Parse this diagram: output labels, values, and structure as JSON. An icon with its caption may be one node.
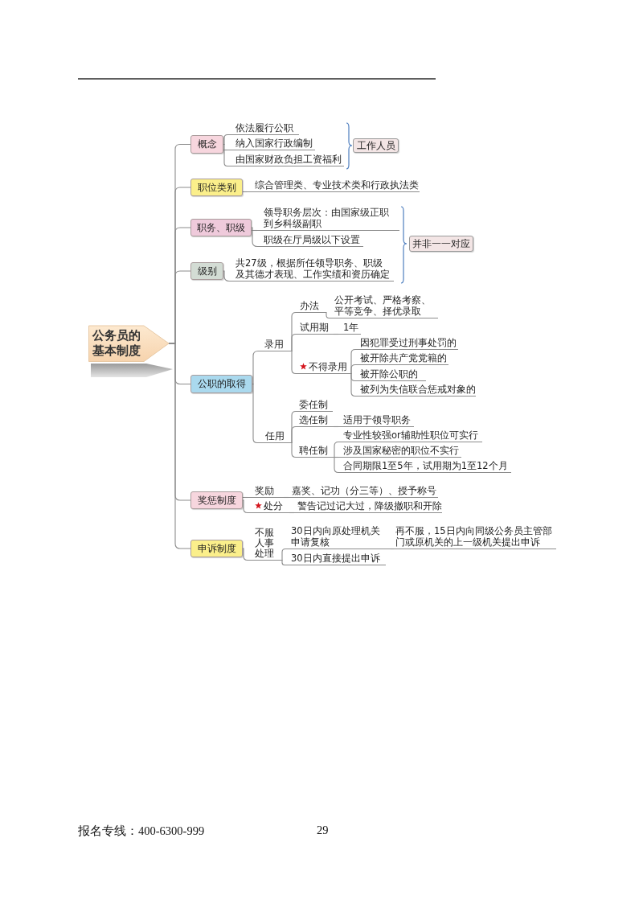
{
  "diagram": {
    "nodes": [
      {
        "text": [
          "公务员的基本制度"
        ]
      },
      {
        "text": [
          "概念"
        ]
      },
      {
        "text": [
          "依法履行公职"
        ]
      },
      {
        "text": [
          "纳入国家行政编制"
        ]
      },
      {
        "text": [
          "由国家财政负担工资福利"
        ]
      },
      {
        "text": [
          "工作人员"
        ]
      },
      {
        "text": [
          "职位类别"
        ]
      },
      {
        "text": [
          "综合管理类、专业技术类和行政执法类"
        ]
      },
      {
        "text": [
          "职务、职级"
        ]
      },
      {
        "text": [
          "领导职务层次：由国家级正职到乡科级副职"
        ]
      },
      {
        "text": [
          "职级在厅局级以下设置"
        ]
      },
      {
        "text": [
          "并非一一对应"
        ]
      },
      {
        "text": [
          "级别"
        ]
      },
      {
        "text": [
          "共27级，根据所任领导职务、职级及其德才表现、工作实绩和资历确定"
        ]
      },
      {
        "text": [
          "公职的取得"
        ]
      },
      {
        "text": [
          "录用"
        ]
      },
      {
        "text": [
          "办法"
        ]
      },
      {
        "text": [
          "公开考试、严格考察、平等竞争、择优录取"
        ]
      },
      {
        "text": [
          "试用期"
        ]
      },
      {
        "text": [
          "1年"
        ]
      },
      {
        "text": [
          "不得录用"
        ]
      },
      {
        "text": [
          "因犯罪受过刑事处罚的"
        ]
      },
      {
        "text": [
          "被开除共产党党籍的"
        ]
      },
      {
        "text": [
          "被开除公职的"
        ]
      },
      {
        "text": [
          "被列为失信联合惩戒对象的"
        ]
      },
      {
        "text": [
          "任用"
        ]
      },
      {
        "text": [
          "委任制"
        ]
      },
      {
        "text": [
          "选任制"
        ]
      },
      {
        "text": [
          "适用于领导职务"
        ]
      },
      {
        "text": [
          "聘任制"
        ]
      },
      {
        "text": [
          "专业性较强or辅助性职位可实行"
        ]
      },
      {
        "text": [
          "涉及国家秘密的职位不实行"
        ]
      },
      {
        "text": [
          "合同期限1至5年，试用期为1至12个月"
        ]
      },
      {
        "text": [
          "奖惩制度"
        ]
      },
      {
        "text": [
          "奖励"
        ]
      },
      {
        "text": [
          "嘉奖、记功（分三等）、授予称号"
        ]
      },
      {
        "text": [
          "处分"
        ]
      },
      {
        "text": [
          "警告记过记大过，降级撤职和开除"
        ]
      },
      {
        "text": [
          "申诉制度"
        ]
      },
      {
        "text": [
          "不服人事处理"
        ]
      },
      {
        "text": [
          "30日内向原处理机关申请复核"
        ]
      },
      {
        "text": [
          "再不服，15日内向同级公务员主管部门或原机关的上一级机关提出申诉"
        ]
      },
      {
        "text": [
          "30日内直接提出申诉"
        ]
      }
    ],
    "edges": [
      {
        "from": 0,
        "to": 1,
        "arrow": "none"
      },
      {
        "from": 0,
        "to": 6,
        "arrow": "none"
      },
      {
        "from": 0,
        "to": 8,
        "arrow": "none"
      },
      {
        "from": 0,
        "to": 12,
        "arrow": "none"
      },
      {
        "from": 0,
        "to": 14,
        "arrow": "none"
      },
      {
        "from": 0,
        "to": 33,
        "arrow": "none"
      },
      {
        "from": 0,
        "to": 38,
        "arrow": "none"
      },
      {
        "from": 1,
        "to": 2,
        "arrow": "none"
      },
      {
        "from": 1,
        "to": 3,
        "arrow": "none"
      },
      {
        "from": 1,
        "to": 4,
        "arrow": "none"
      },
      {
        "from": 6,
        "to": 7,
        "arrow": "none"
      },
      {
        "from": 8,
        "to": 9,
        "arrow": "none"
      },
      {
        "from": 8,
        "to": 10,
        "arrow": "none"
      },
      {
        "from": 12,
        "to": 13,
        "arrow": "none"
      },
      {
        "from": 14,
        "to": 15,
        "arrow": "none"
      },
      {
        "from": 14,
        "to": 25,
        "arrow": "none"
      },
      {
        "from": 15,
        "to": 16,
        "arrow": "none"
      },
      {
        "from": 15,
        "to": 18,
        "arrow": "none"
      },
      {
        "from": 15,
        "to": 20,
        "arrow": "none"
      },
      {
        "from": 16,
        "to": 17,
        "arrow": "none"
      },
      {
        "from": 18,
        "to": 19,
        "arrow": "none"
      },
      {
        "from": 20,
        "to": 21,
        "arrow": "none"
      },
      {
        "from": 20,
        "to": 22,
        "arrow": "none"
      },
      {
        "from": 20,
        "to": 23,
        "arrow": "none"
      },
      {
        "from": 20,
        "to": 24,
        "arrow": "none"
      },
      {
        "from": 25,
        "to": 26,
        "arrow": "none"
      },
      {
        "from": 25,
        "to": 27,
        "arrow": "none"
      },
      {
        "from": 25,
        "to": 29,
        "arrow": "none"
      },
      {
        "from": 27,
        "to": 28,
        "arrow": "none"
      },
      {
        "from": 29,
        "to": 30,
        "arrow": "none"
      },
      {
        "from": 29,
        "to": 31,
        "arrow": "none"
      },
      {
        "from": 29,
        "to": 32,
        "arrow": "none"
      },
      {
        "from": 33,
        "to": 34,
        "arrow": "none"
      },
      {
        "from": 33,
        "to": 36,
        "arrow": "none"
      },
      {
        "from": 34,
        "to": 35,
        "arrow": "none"
      },
      {
        "from": 36,
        "to": 37,
        "arrow": "none"
      },
      {
        "from": 38,
        "to": 39,
        "arrow": "none"
      },
      {
        "from": 39,
        "to": 40,
        "arrow": "none"
      },
      {
        "from": 39,
        "to": 42,
        "arrow": "none"
      },
      {
        "from": 40,
        "to": 41,
        "arrow": "none"
      }
    ],
    "labels": [
      "报名专线：400-6300-999",
      "29"
    ]
  }
}
